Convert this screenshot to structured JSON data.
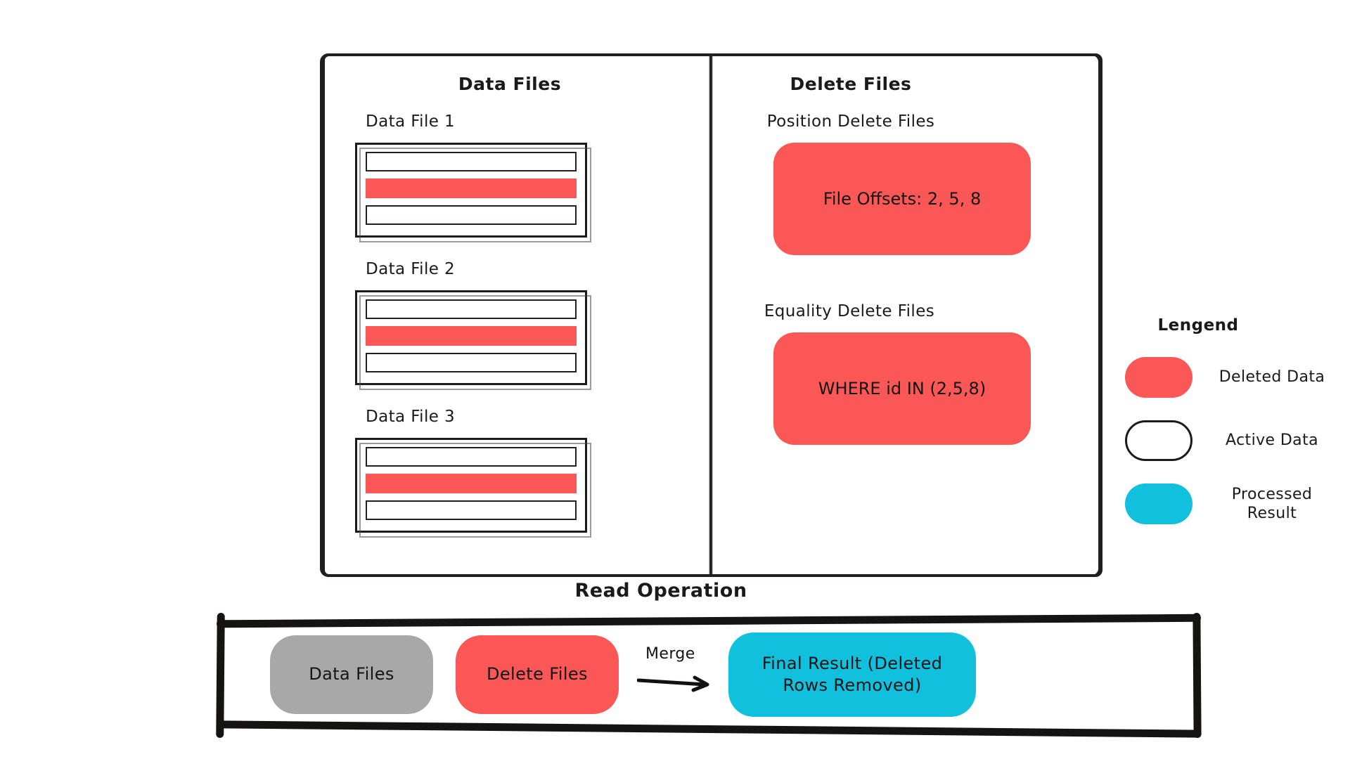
{
  "diagram": {
    "title_data_files": "Data Files",
    "title_delete_files": "Delete Files"
  },
  "colors": {
    "deleted": "#FB5757",
    "active": "#FFFFFF",
    "processed": "#10C0DD",
    "neutral": "#A8A8A8",
    "ink": "#161313"
  },
  "data_files": {
    "heading": "Data Files",
    "files": [
      {
        "label": "Data File 1",
        "rows": [
          {
            "state": "active"
          },
          {
            "state": "deleted"
          },
          {
            "state": "active"
          }
        ]
      },
      {
        "label": "Data File 2",
        "rows": [
          {
            "state": "active"
          },
          {
            "state": "deleted"
          },
          {
            "state": "active"
          }
        ]
      },
      {
        "label": "Data File 3",
        "rows": [
          {
            "state": "active"
          },
          {
            "state": "deleted"
          },
          {
            "state": "active"
          }
        ]
      }
    ]
  },
  "delete_files": {
    "heading": "Delete Files",
    "sections": [
      {
        "label": "Position Delete Files",
        "content": "File Offsets: 2, 5, 8"
      },
      {
        "label": "Equality Delete Files",
        "content": "WHERE id IN (2,5,8)"
      }
    ]
  },
  "legend": {
    "title": "Lengend",
    "items": [
      {
        "swatch": "deleted",
        "label": "Deleted Data"
      },
      {
        "swatch": "active",
        "label": "Active Data"
      },
      {
        "swatch": "processed",
        "label": "Processed Result"
      }
    ]
  },
  "read_operation": {
    "title": "Read Operation",
    "pills": [
      {
        "label": "Data Files",
        "swatch": "neutral"
      },
      {
        "label": "Delete Files",
        "swatch": "deleted"
      },
      {
        "label": "Final Result (Deleted Rows Removed)",
        "swatch": "processed"
      }
    ],
    "arrow_label": "Merge"
  }
}
